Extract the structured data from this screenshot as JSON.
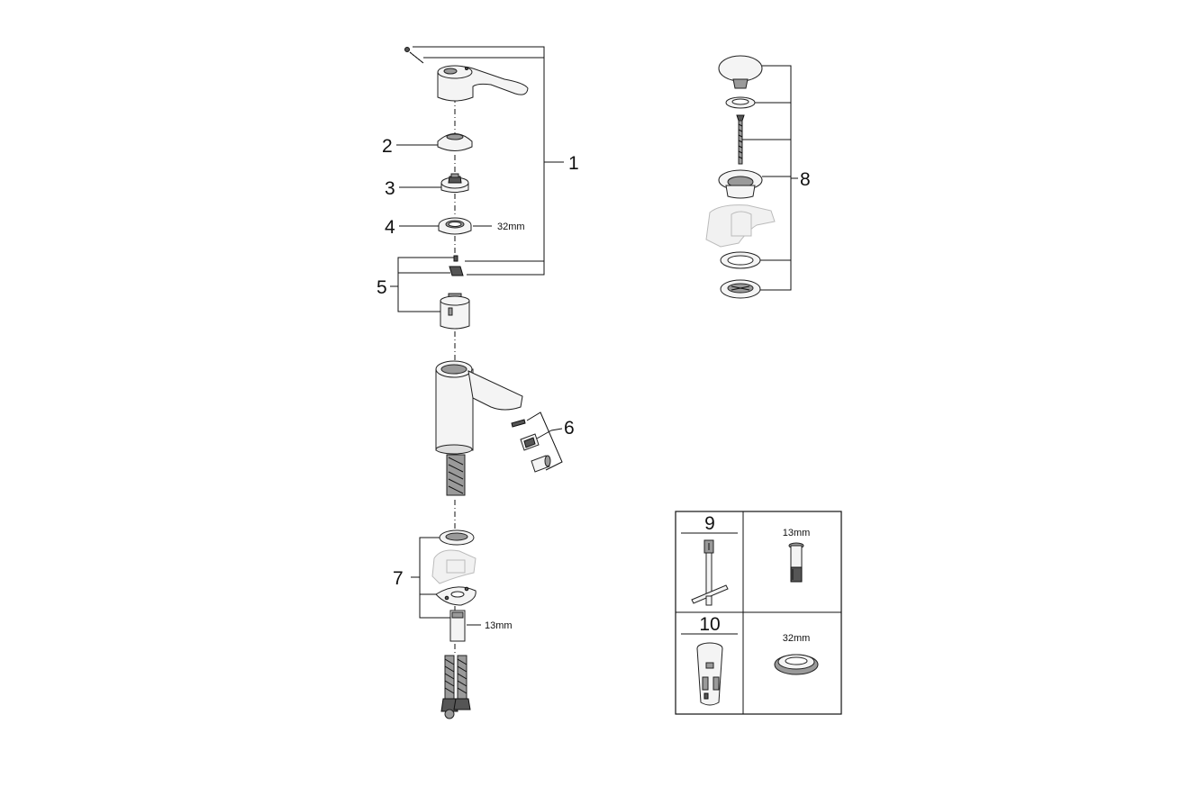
{
  "callouts": {
    "c1": "1",
    "c2": "2",
    "c3": "3",
    "c4": "4",
    "c5": "5",
    "c6": "6",
    "c7": "7",
    "c8": "8"
  },
  "dimensions": {
    "cartridge_nut": "32mm",
    "hose_nut": "13mm"
  },
  "tools_table": {
    "tools": [
      {
        "number": "9",
        "size": "13mm",
        "tool_icon": "t-wrench-icon",
        "detail_icon": "socket-insert-icon"
      },
      {
        "number": "10",
        "size": "32mm",
        "tool_icon": "socket-wrench-icon",
        "detail_icon": "ring-nut-icon"
      }
    ]
  }
}
